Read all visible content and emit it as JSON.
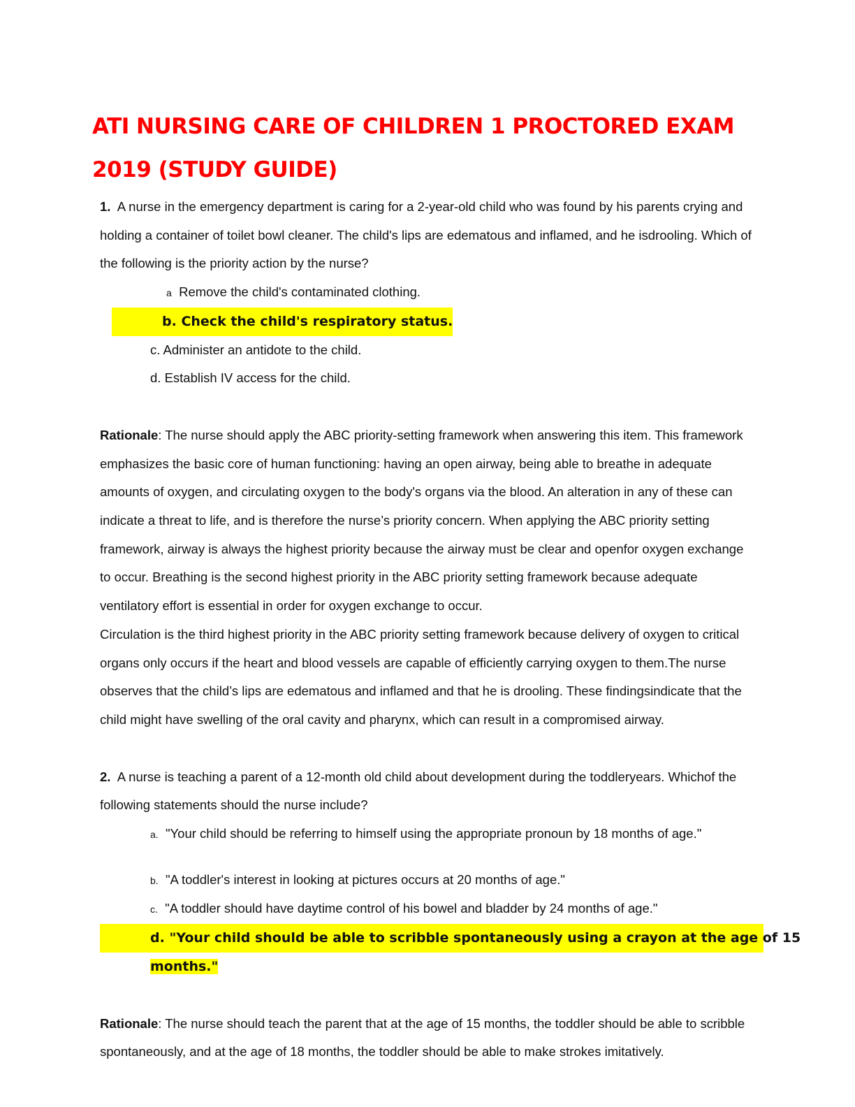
{
  "document": {
    "title_line1": "ATI NURSING CARE OF CHILDREN 1 PROCTORED EXAM",
    "title_line2": "2019 (STUDY GUIDE)",
    "rationale_label": "Rationale",
    "questions": [
      {
        "number": "1.",
        "stem": "A nurse in the emergency department is caring for a 2-year-old child who was found by his parents crying and holding a container of toilet bowl cleaner. The child's lips are edematous and inflamed, and he isdrooling. Which of the following is the priority action by the nurse?",
        "options": [
          {
            "letter": "a",
            "text": "Remove the child's contaminated clothing."
          },
          {
            "letter": "b.",
            "text": "Check the child's respiratory status."
          },
          {
            "letter": "c.",
            "text": "Administer an antidote to the child."
          },
          {
            "letter": "d.",
            "text": "Establish IV access for the child."
          }
        ],
        "rationale_p1": ": The nurse should apply the ABC priority-setting framework when answering this item. This framework emphasizes the basic core of human functioning: having an open airway, being able to breathe in adequate amounts of oxygen, and circulating oxygen to the body's organs via the blood. An alteration in any of these can indicate a threat to life, and is therefore the nurse’s priority concern. When applying the ABC priority setting framework, airway is always the highest priority because the airway must be clear and openfor oxygen exchange to occur. Breathing is the second highest priority in the ABC priority setting framework because adequate ventilatory effort is essential in order for oxygen exchange to occur.",
        "rationale_p2": "Circulation is the third highest priority in the ABC priority setting framework because delivery of oxygen to critical organs only occurs if the heart and blood vessels are capable of efficiently carrying oxygen to them.The nurse observes that the child’s lips are edematous and inflamed and that he is drooling. These findingsindicate that the child might have swelling of the oral cavity and pharynx, which can result in a compromised airway."
      },
      {
        "number": "2.",
        "stem": "A nurse is teaching a parent of a 12-month  old child about development during the toddleryears. Whichof the following statements should the nurse include?",
        "options": [
          {
            "letter": "a.",
            "text": "\"Your child should be referring to himself using the appropriate pronoun by 18 months of age.\""
          },
          {
            "letter": "b.",
            "text": "\"A toddler's interest in looking at pictures occurs at 20 months of age.\""
          },
          {
            "letter": "c.",
            "text": "\"A toddler should have daytime control of his bowel and bladder by 24 months of age.\""
          },
          {
            "letter": "d.",
            "text": "\"Your child should be able to scribble spontaneously using a crayon at the age of 15"
          },
          {
            "letter": "",
            "text": "months.\""
          }
        ],
        "rationale_p1": ": The nurse should teach the parent that at the age of 15 months, the toddler should be able to scribble spontaneously, and at the age of 18 months, the toddler should be able to make strokes imitatively."
      }
    ]
  },
  "colors": {
    "title": "#ff0000",
    "highlight": "#ffff00",
    "text": "#111111"
  }
}
